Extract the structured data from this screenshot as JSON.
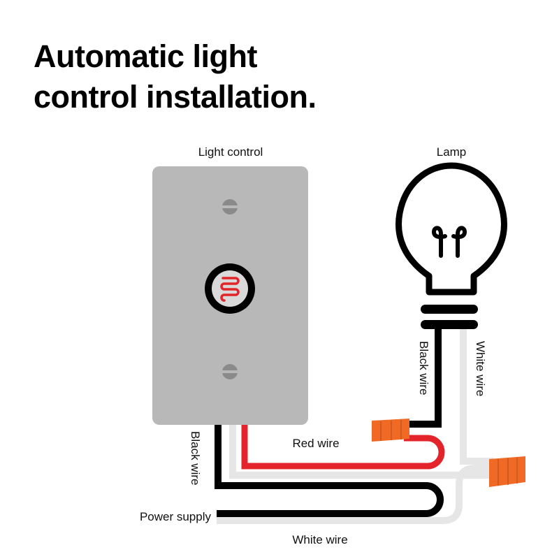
{
  "title": {
    "line1": "Automatic light",
    "line2": "control installation."
  },
  "labels": {
    "light_control": "Light control",
    "lamp": "Lamp",
    "red_wire": "Red wire",
    "black_wire_lamp": "Black wire",
    "white_wire_lamp": "White wire",
    "black_wire_control": "Black wire",
    "power_supply": "Power supply",
    "white_wire_supply": "White wire"
  },
  "colors": {
    "plate": "#b8b8b9",
    "screw": "#8a8a8a",
    "wire_black": "#000000",
    "wire_white": "#e6e6e6",
    "wire_red": "#e4242b",
    "connector": "#f06a25"
  }
}
